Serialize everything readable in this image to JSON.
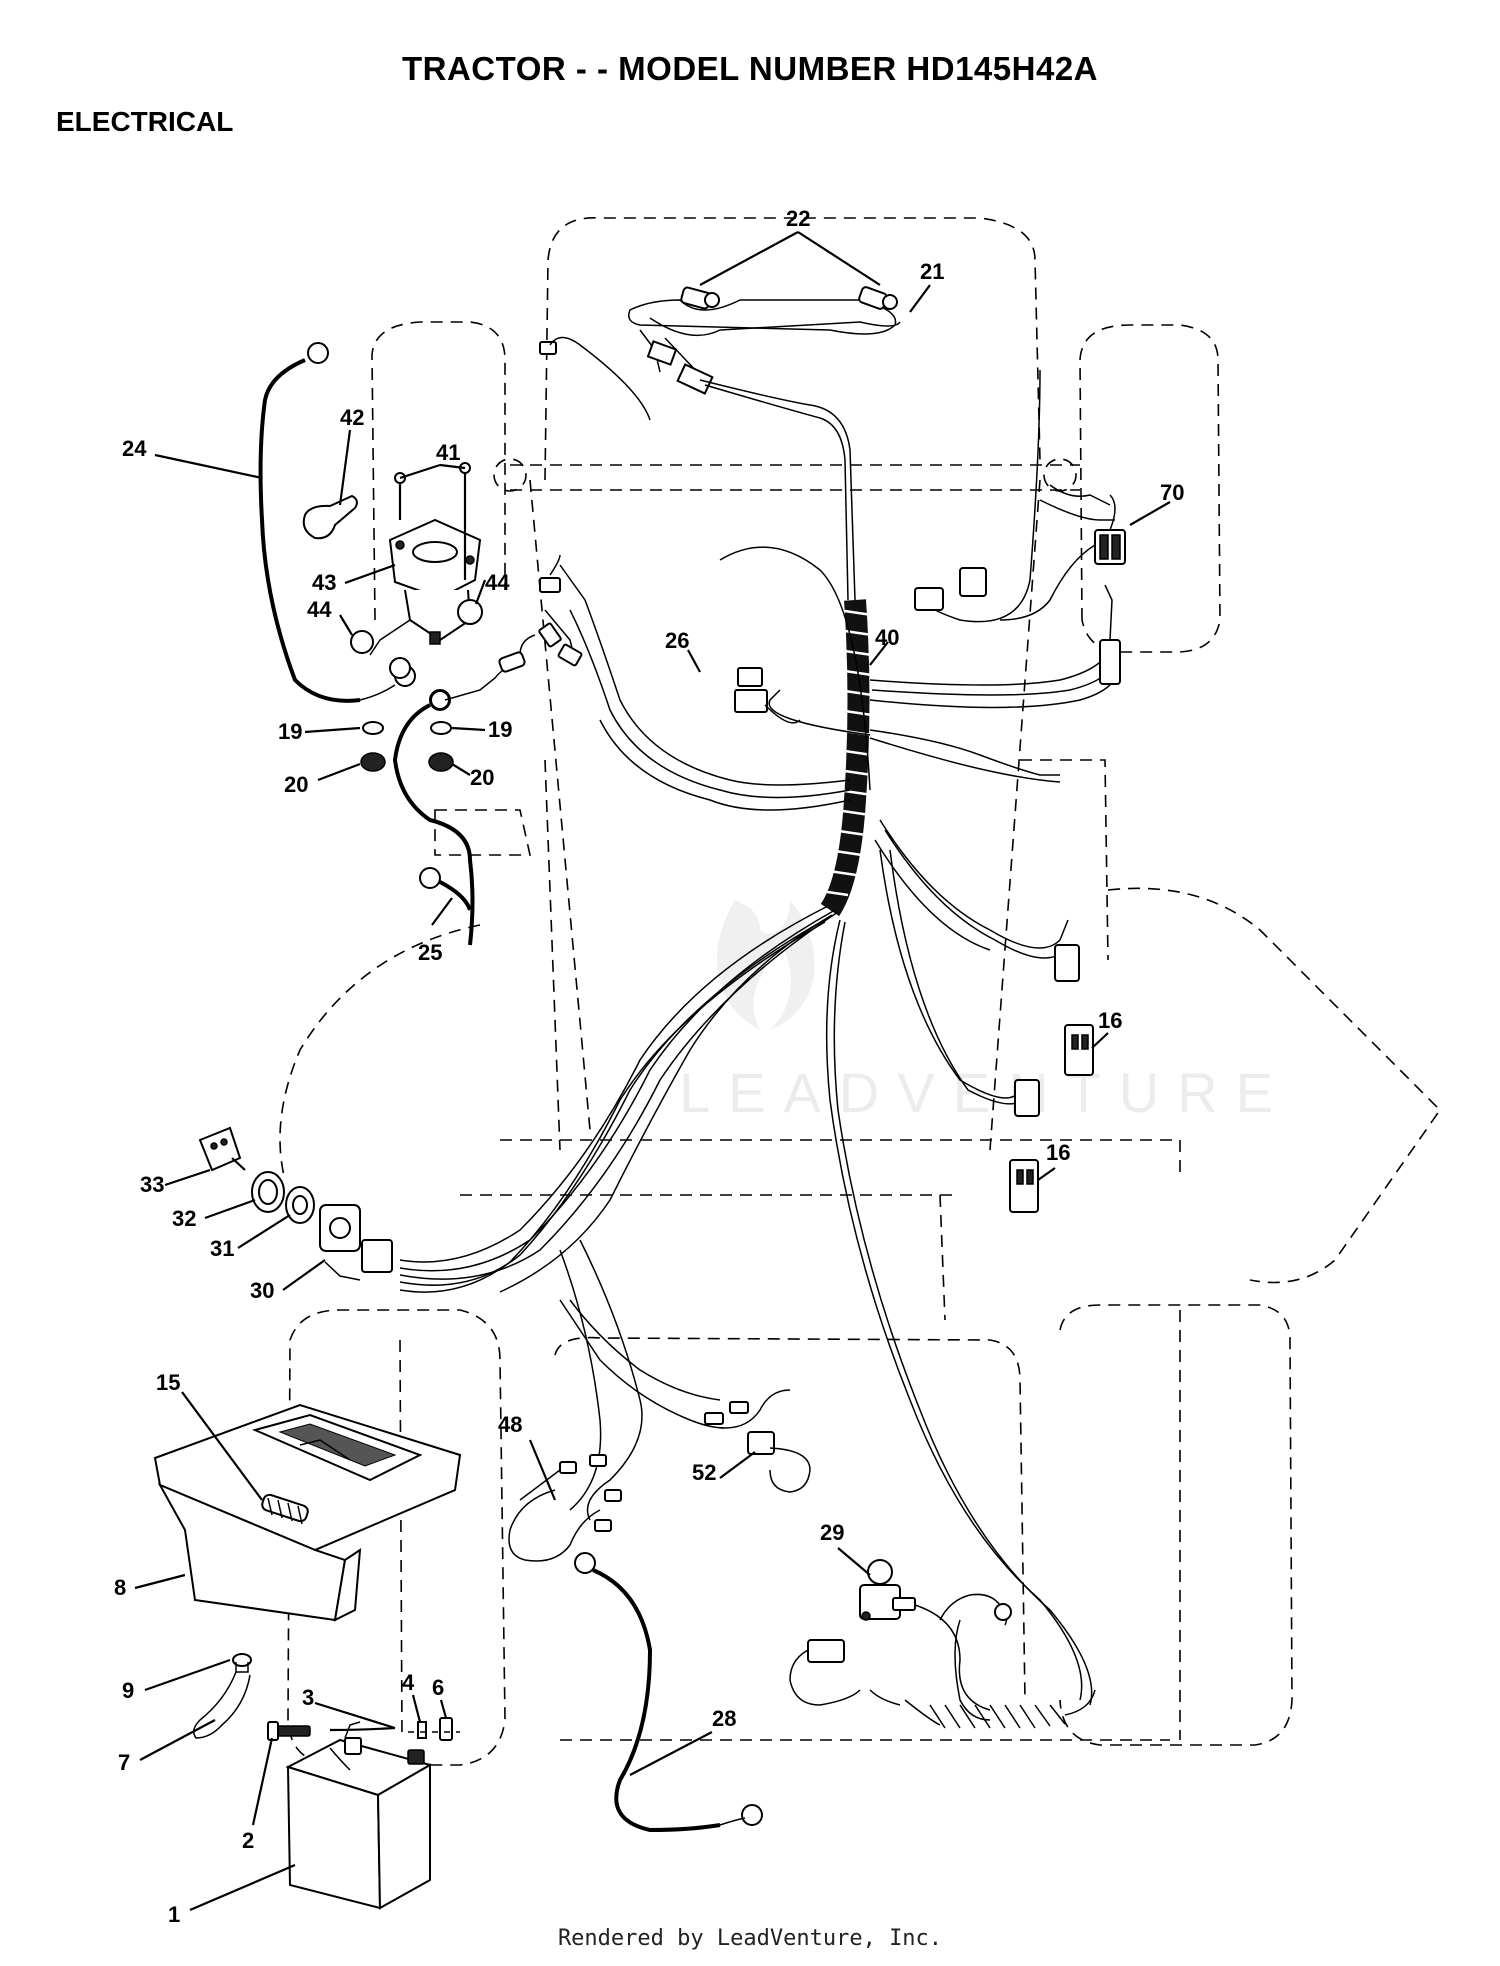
{
  "header": {
    "title": "TRACTOR - - MODEL NUMBER HD145H42A",
    "section": "ELECTRICAL"
  },
  "watermark": "LEADVENTURE",
  "footer": "Rendered by LeadVenture, Inc.",
  "callouts": [
    {
      "id": "c1",
      "label": "1"
    },
    {
      "id": "c2",
      "label": "2"
    },
    {
      "id": "c3",
      "label": "3"
    },
    {
      "id": "c4",
      "label": "4"
    },
    {
      "id": "c6",
      "label": "6"
    },
    {
      "id": "c7",
      "label": "7"
    },
    {
      "id": "c8",
      "label": "8"
    },
    {
      "id": "c9",
      "label": "9"
    },
    {
      "id": "c15",
      "label": "15"
    },
    {
      "id": "c16a",
      "label": "16"
    },
    {
      "id": "c16b",
      "label": "16"
    },
    {
      "id": "c19a",
      "label": "19"
    },
    {
      "id": "c19b",
      "label": "19"
    },
    {
      "id": "c20a",
      "label": "20"
    },
    {
      "id": "c20b",
      "label": "20"
    },
    {
      "id": "c21",
      "label": "21"
    },
    {
      "id": "c22",
      "label": "22"
    },
    {
      "id": "c24",
      "label": "24"
    },
    {
      "id": "c25",
      "label": "25"
    },
    {
      "id": "c26",
      "label": "26"
    },
    {
      "id": "c28",
      "label": "28"
    },
    {
      "id": "c29",
      "label": "29"
    },
    {
      "id": "c30",
      "label": "30"
    },
    {
      "id": "c31",
      "label": "31"
    },
    {
      "id": "c32",
      "label": "32"
    },
    {
      "id": "c33",
      "label": "33"
    },
    {
      "id": "c40",
      "label": "40"
    },
    {
      "id": "c41",
      "label": "41"
    },
    {
      "id": "c42",
      "label": "42"
    },
    {
      "id": "c43",
      "label": "43"
    },
    {
      "id": "c44a",
      "label": "44"
    },
    {
      "id": "c44b",
      "label": "44"
    },
    {
      "id": "c48",
      "label": "48"
    },
    {
      "id": "c52",
      "label": "52"
    },
    {
      "id": "c70",
      "label": "70"
    }
  ]
}
